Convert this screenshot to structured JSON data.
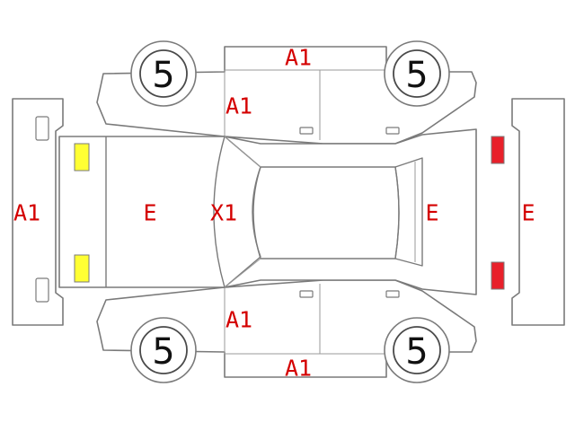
{
  "colors": {
    "outline": "#7a7a7a",
    "code_text": "#d40000",
    "front_lamp": "#ffff33",
    "rear_lamp": "#e8202a"
  },
  "tires": {
    "front_left": "5",
    "rear_left": "5",
    "front_right": "5",
    "rear_right": "5"
  },
  "codes": {
    "roof_top": "A1",
    "front_fender_top": "A1",
    "front_bumper": "A1",
    "hood": "E",
    "windshield": "X1",
    "rear_window": "E",
    "rear_bumper": "E",
    "front_fender_bottom": "A1",
    "rocker_bottom": "A1"
  }
}
